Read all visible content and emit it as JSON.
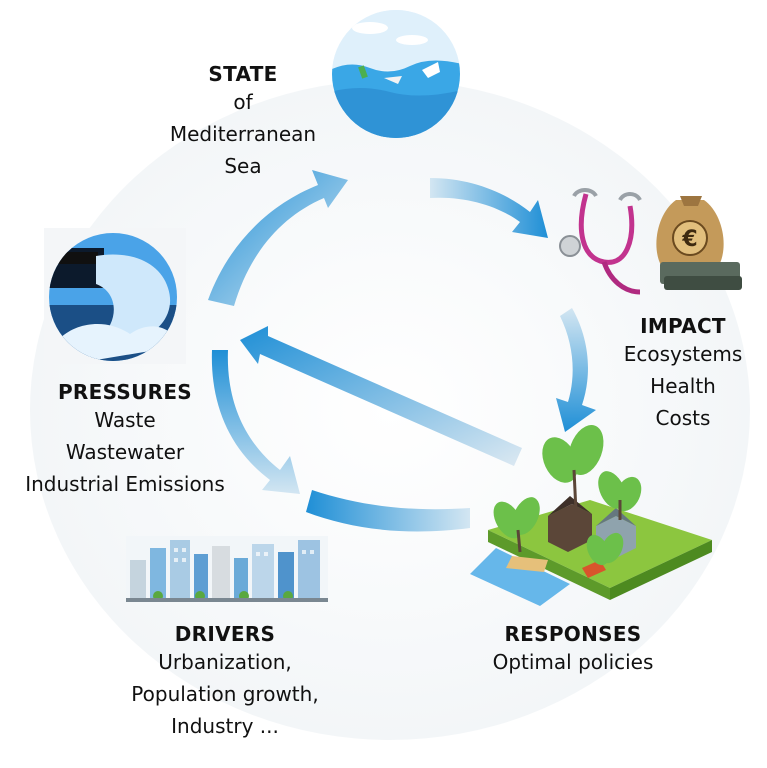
{
  "nodes": {
    "state": {
      "title": "STATE",
      "lines": [
        "of",
        "Mediterranean",
        "Sea"
      ]
    },
    "impact": {
      "title": "IMPACT",
      "lines": [
        "Ecosystems",
        "Health",
        "Costs"
      ]
    },
    "pressures": {
      "title": "PRESSURES",
      "lines": [
        "Waste",
        "Wastewater",
        "Industrial Emissions"
      ]
    },
    "drivers": {
      "title": "DRIVERS",
      "lines": [
        "Urbanization,",
        "Population growth,",
        "Industry ..."
      ]
    },
    "responses": {
      "title": "RESPONSES",
      "lines": [
        "Optimal policies"
      ]
    }
  },
  "icons": {
    "money_bag_symbol": "€",
    "state": "sea-pollution-icon",
    "impact_health": "stethoscope-icon",
    "impact_costs": "money-bag-icon",
    "pressures": "wastewater-pipe-icon",
    "drivers": "city-skyline-icon",
    "responses": "land-policy-icon"
  },
  "colors": {
    "arrow_dark": "#1f8fd6",
    "arrow_light": "#cfe3ef",
    "sea": "#3aa7e6",
    "pipe_bg": "#4aa3e8",
    "leaf": "#6cc04a"
  }
}
